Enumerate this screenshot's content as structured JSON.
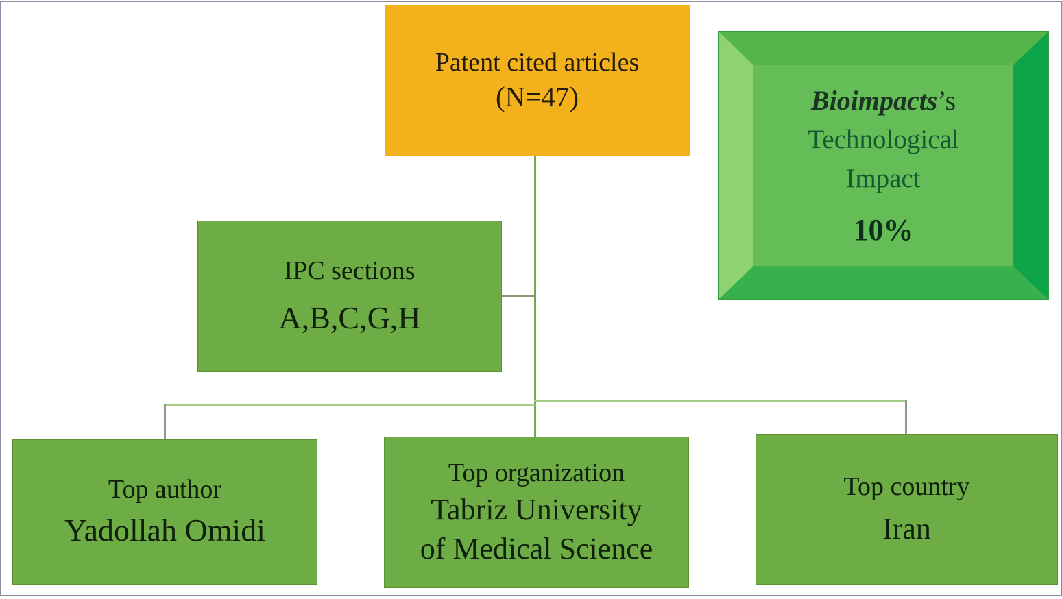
{
  "diagram": {
    "root": {
      "title": "Patent cited articles",
      "subtitle": "(N=47)"
    },
    "impact": {
      "journal": "Bioimpacts",
      "suffix": "’s",
      "line2": "Technological",
      "line3": "Impact",
      "value": "10%"
    },
    "ipc": {
      "label": "IPC sections",
      "value": "A,B,C,G,H"
    },
    "author": {
      "label": "Top author",
      "value": "Yadollah Omidi"
    },
    "organization": {
      "label": "Top organization",
      "value_line1": "Tabriz University",
      "value_line2": "of Medical Science"
    },
    "country": {
      "label": "Top country",
      "value": "Iran"
    }
  },
  "colors": {
    "root_box_bg": "#f3b21b",
    "node_box_bg": "#6ead45",
    "impact_face": "#64bd56",
    "impact_bevel_left": "#8fd272",
    "impact_bevel_top": "#55b54b",
    "impact_bevel_right": "#0da44a",
    "impact_bevel_bottom": "#38b04d",
    "impact_outline": "#2f9e3f",
    "impact_text": "#175731",
    "node_text": "#0e1f0b",
    "connector_trunk": "#6faa50",
    "connector_branch": "#a8cc8a",
    "connector_drop": "#8f9c84",
    "page_border": "#8b8ba3"
  }
}
